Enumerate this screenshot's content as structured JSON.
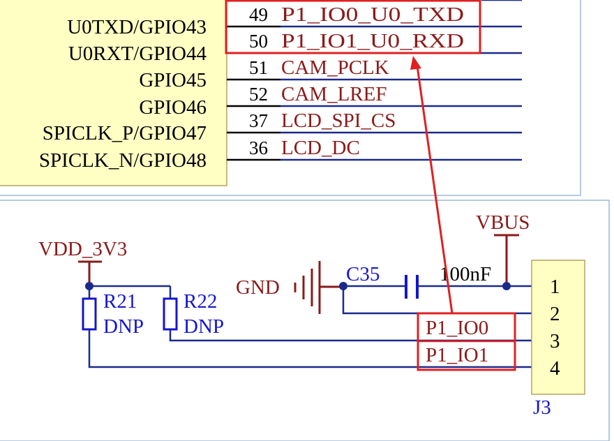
{
  "mcu": {
    "left_pins": [
      "U0TXD/GPIO43",
      "U0RXT/GPIO44",
      "GPIO45",
      "GPIO46",
      "SPICLK_P/GPIO47",
      "SPICLK_N/GPIO48"
    ],
    "pin_numbers": [
      "49",
      "50",
      "51",
      "52",
      "37",
      "36"
    ],
    "net_labels": [
      "P1_IO0_U0_TXD",
      "P1_IO1_U0_RXD",
      "CAM_PCLK",
      "CAM_LREF",
      "LCD_SPI_CS",
      "LCD_DC"
    ]
  },
  "power": {
    "vdd": "VDD_3V3",
    "vbus": "VBUS",
    "gnd": "GND"
  },
  "capacitor": {
    "ref": "C35",
    "value": "100nF"
  },
  "resistors": [
    {
      "ref": "R21",
      "value": "DNP"
    },
    {
      "ref": "R22",
      "value": "DNP"
    }
  ],
  "connector": {
    "ref": "J3",
    "pins": [
      "1",
      "2",
      "3",
      "4"
    ]
  },
  "connector_nets": [
    "P1_IO0",
    "P1_IO1"
  ],
  "colors": {
    "wire": "#1a2a8c",
    "power": "#8b1a1a",
    "net_label": "#8b1a1a",
    "component": "#1515cc",
    "highlight": "#e02020",
    "chip_fill": "#ffffc4",
    "chip_border": "#b8a060",
    "panel_border": "#9cb8d8"
  }
}
